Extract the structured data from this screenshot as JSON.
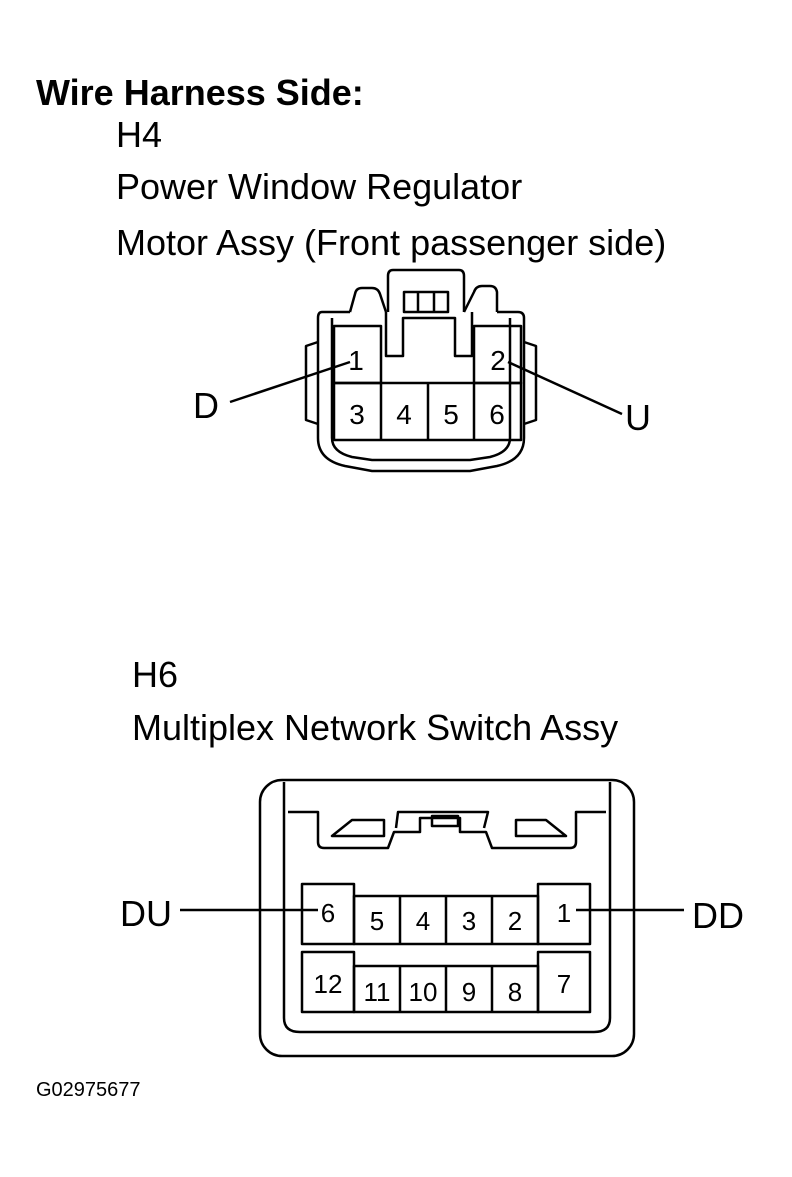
{
  "heading": "Wire Harness Side:",
  "connector_h4": {
    "code": "H4",
    "name_line1": "Power Window Regulator",
    "name_line2": "Motor Assy (Front passenger side)",
    "pins_row1": [
      "1",
      "2"
    ],
    "pins_row2": [
      "3",
      "4",
      "5",
      "6"
    ],
    "callouts": {
      "left": "D",
      "right": "U"
    }
  },
  "connector_h6": {
    "code": "H6",
    "name": "Multiplex Network Switch Assy",
    "pins_row1": [
      "6",
      "5",
      "4",
      "3",
      "2",
      "1"
    ],
    "pins_row2": [
      "12",
      "11",
      "10",
      "9",
      "8",
      "7"
    ],
    "callouts": {
      "left": "DU",
      "right": "DD"
    }
  },
  "figure_id": "G02975677"
}
